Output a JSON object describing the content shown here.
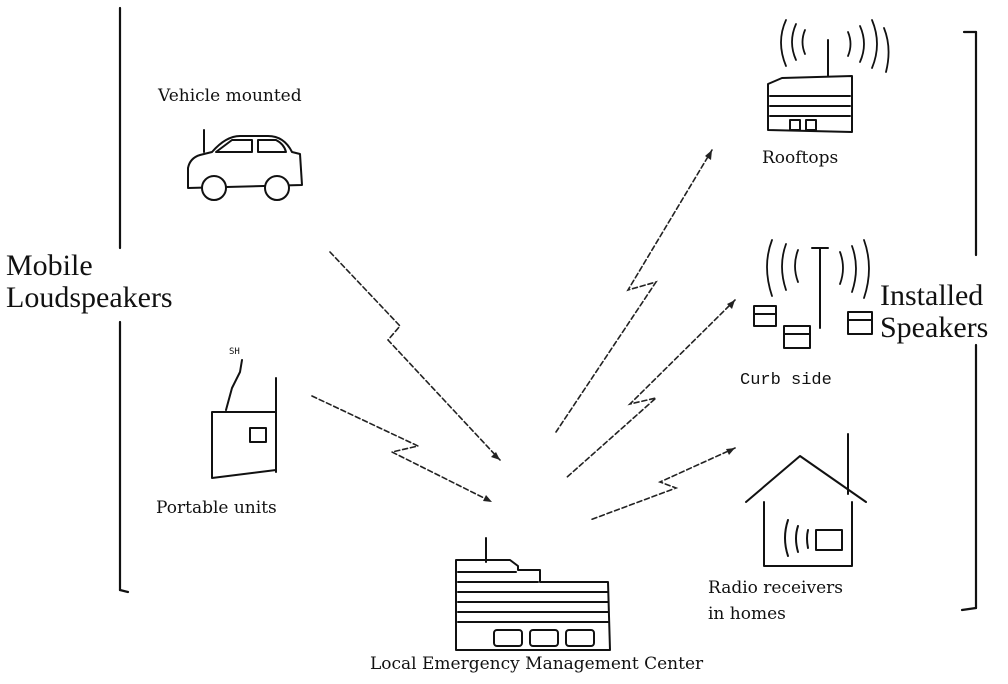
{
  "groups": {
    "mobile": [
      "Mobile",
      "Loudspeakers"
    ],
    "installed": [
      "Installed",
      "Speakers"
    ]
  },
  "nodes": {
    "vehicle": "Vehicle mounted",
    "portable": "Portable units",
    "rooftops": "Rooftops",
    "curb": "Curb side",
    "homes": [
      "Radio receivers",
      "in homes"
    ],
    "center": "Local Emergency Management Center"
  }
}
